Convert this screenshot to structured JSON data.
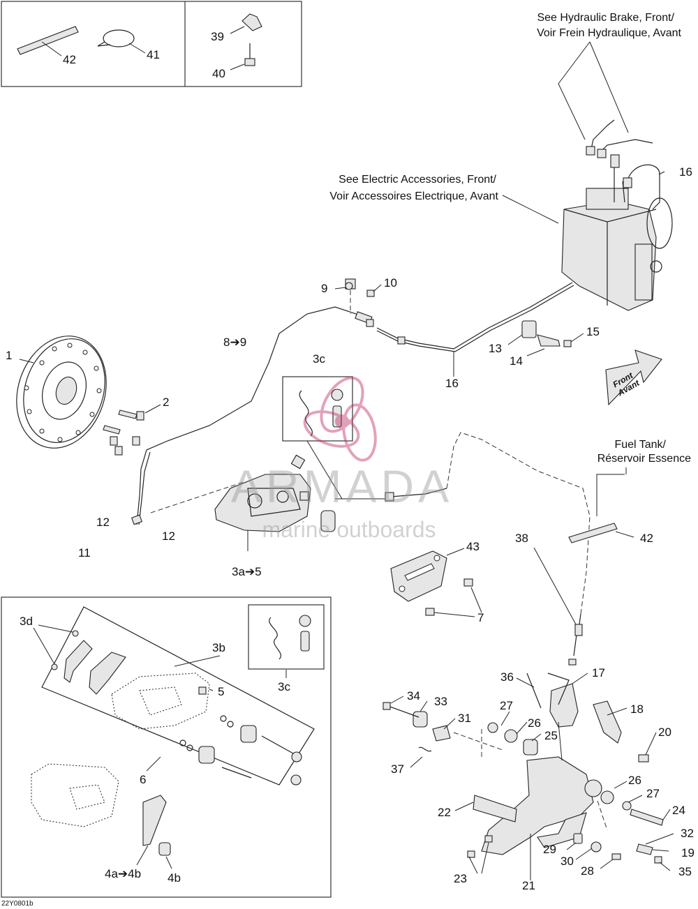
{
  "labels": {
    "p1": "1",
    "p2": "2",
    "p3a5": "3a➔5",
    "p3b": "3b",
    "p3c_top": "3c",
    "p3c_inset": "3c",
    "p3d": "3d",
    "p4a4b": "4a➔4b",
    "p4b": "4b",
    "p5": "5",
    "p6": "6",
    "p7": "7",
    "p89": "8➔9",
    "p9": "9",
    "p10": "10",
    "p11": "11",
    "p12a": "12",
    "p12b": "12",
    "p13": "13",
    "p14": "14",
    "p15": "15",
    "p16a": "16",
    "p16b": "16",
    "p17": "17",
    "p18": "18",
    "p19": "19",
    "p20": "20",
    "p21": "21",
    "p22": "22",
    "p23": "23",
    "p24": "24",
    "p25": "25",
    "p26a": "26",
    "p26b": "26",
    "p27a": "27",
    "p27b": "27",
    "p28": "28",
    "p29": "29",
    "p30": "30",
    "p31": "31",
    "p32": "32",
    "p33": "33",
    "p34": "34",
    "p35": "35",
    "p36": "36",
    "p37": "37",
    "p38": "38",
    "p39": "39",
    "p40": "40",
    "p41": "41",
    "p42a": "42",
    "p42b": "42",
    "p43": "43"
  },
  "notes": {
    "hydraulic_line1": "See Hydraulic Brake, Front/",
    "hydraulic_line2": "Voir Frein Hydraulique, Avant",
    "electric_line1": "See Electric Accessories, Front/",
    "electric_line2": "Voir Accessoires Electrique, Avant",
    "fuel_line1": "Fuel Tank/",
    "fuel_line2": "Réservoir Essence",
    "front_line1": "Front",
    "front_line2": "Avant"
  },
  "watermark": {
    "brand": "ARMADA",
    "sub": "marine outboards"
  },
  "figure_code": "22Y0801b"
}
